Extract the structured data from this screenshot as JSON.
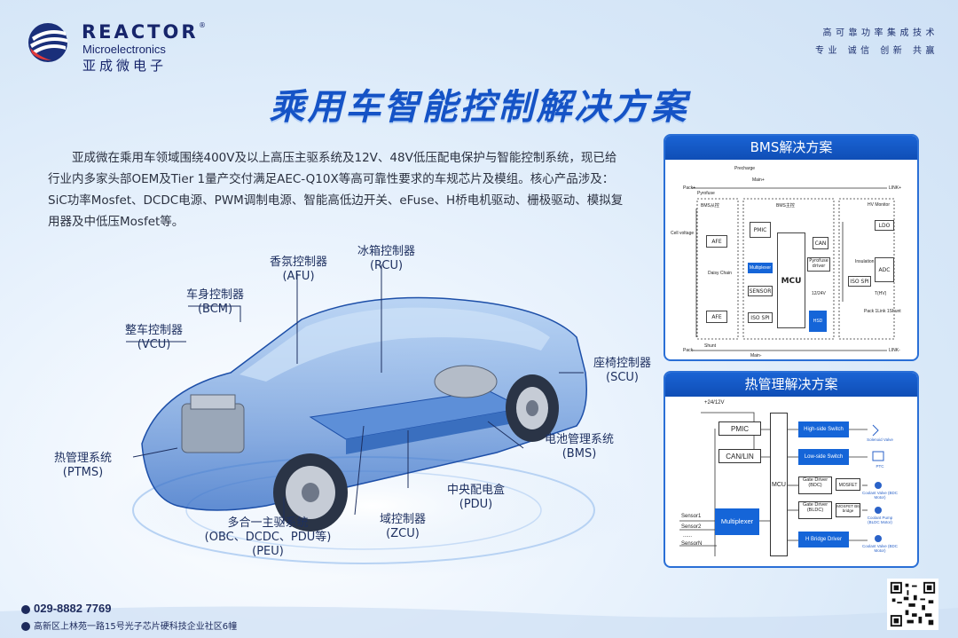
{
  "brand": {
    "name_en": "REACTOR",
    "name_en2": "Microelectronics",
    "name_cn": "亚成微电子",
    "registered": "®"
  },
  "slogan": {
    "line1": "高可靠功率集成技术",
    "line2": "专业 诚信 创新 共赢"
  },
  "title": "乘用车智能控制解决方案",
  "intro": "亚成微在乘用车领域围绕400V及以上高压主驱系统及12V、48V低压配电保护与智能控制系统，现已给行业内多家头部OEM及Tier 1量产交付满足AEC-Q10X等高可靠性要求的车规芯片及模组。核心产品涉及：SiC功率Mosfet、DCDC电源、PWM调制电源、智能高低边开关、eFuse、H桥电机驱动、栅极驱动、模拟复用器及中低压Mosfet等。",
  "labels": {
    "afu": {
      "cn": "香氛控制器",
      "en": "(AFU)"
    },
    "rcu": {
      "cn": "冰箱控制器",
      "en": "(RCU)"
    },
    "bcm": {
      "cn": "车身控制器",
      "en": "(BCM)"
    },
    "vcu": {
      "cn": "整车控制器",
      "en": "(VCU)"
    },
    "scu": {
      "cn": "座椅控制器",
      "en": "(SCU)"
    },
    "ptms": {
      "cn": "热管理系统",
      "en": "(PTMS)"
    },
    "bms": {
      "cn": "电池管理系统",
      "en": "(BMS)"
    },
    "pdu": {
      "cn": "中央配电盒",
      "en": "(PDU)"
    },
    "zcu": {
      "cn": "域控制器",
      "en": "(ZCU)"
    },
    "peu": {
      "cn": "多合一主驱系统",
      "mid": "(OBC、DCDC、PDU等)",
      "en": "(PEU)"
    }
  },
  "bms_panel": {
    "title": "BMS解决方案",
    "precharge": "Precharge",
    "pack_plus": "Pack+",
    "pyrofuse": "Pyrofuse",
    "link_plus": "LINK+",
    "main_plus": "Main+",
    "bms_slave": "BMS从控",
    "bms_main": "BMS主控",
    "hv_monitor": "HV Monitor",
    "cell_voltage": "Cell voltage",
    "afe1": "AFE",
    "afe2": "AFE",
    "daisy": "Daisy Chain",
    "pmic": "PMIC",
    "can": "CAN",
    "multiplexer": "Multiplexer",
    "pyrofuse_driver": "Pyrofuse driver",
    "sensor": "SENSOR",
    "mcu": "MCU",
    "iso_spi1": "ISO SPI",
    "iso_spi2": "ISO SPI",
    "v1224": "12/24V",
    "hsd": "HSD",
    "ldo": "LDO",
    "isolation": "Insulation",
    "adc": "ADC",
    "tx": "T(HV)",
    "shunt_label": "Pack 1Link 1Shunt",
    "pack_minus": "Pack-",
    "shunt": "Shunt",
    "main_minus": "Main-",
    "link_minus": "LINK-"
  },
  "tms_panel": {
    "title": "热管理解决方案",
    "supply": "+24/12V",
    "pmic": "PMIC",
    "can_lin": "CAN/LIN",
    "mcu": "MCU",
    "multiplexer": "Multiplexer",
    "sensor1": "Sensor1",
    "sensor2": "Sensor2",
    "sensor_dots": "......",
    "sensorN": "SensorN",
    "high_side": "High-side Switch",
    "low_side": "Low-side Switch",
    "gate_bdc": "Gate Driver (BDC)",
    "gate_bldc": "Gate Driver (BLDC)",
    "mosfet1": "MOSFET",
    "mosfet2": "MOSFET B6 bridge",
    "hbridge": "H Bridge Driver",
    "out_solenoid": "Solenoid Valve",
    "out_ptc": "PTC",
    "out_coolant_valve1": "Coolant Valve (BDC Motor)",
    "out_coolant_pump": "Coolant Pump (BLDC Motor)",
    "out_coolant_valve2": "Coolant Valve (BDC Motor)"
  },
  "footer": {
    "phone": "029-8882 7769",
    "address": "高新区上林苑一路15号光子芯片硬科技企业社区6幢"
  },
  "colors": {
    "accent": "#1553c6",
    "panel_head": "#1a63d4",
    "text_dark": "#1d2f5f"
  }
}
